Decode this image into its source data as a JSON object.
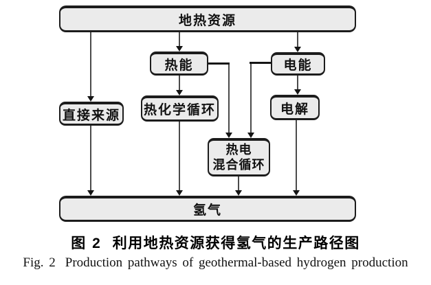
{
  "figure": {
    "type": "flowchart",
    "nodes": {
      "geothermal": {
        "label": "地热资源"
      },
      "thermal": {
        "label": "热能"
      },
      "electric": {
        "label": "电能"
      },
      "direct": {
        "label": "直接来源"
      },
      "thermochemical": {
        "label": "热化学循环"
      },
      "electrolysis": {
        "label": "电解"
      },
      "hybrid": {
        "line1": "热电",
        "line2": "混合循环"
      },
      "hydrogen": {
        "label": "氢气"
      }
    },
    "edges": [
      {
        "from": "geothermal",
        "to": "direct"
      },
      {
        "from": "geothermal",
        "to": "thermal"
      },
      {
        "from": "geothermal",
        "to": "electric"
      },
      {
        "from": "thermal",
        "to": "thermochemical"
      },
      {
        "from": "thermal",
        "to": "hybrid"
      },
      {
        "from": "electric",
        "to": "hybrid"
      },
      {
        "from": "electric",
        "to": "electrolysis"
      },
      {
        "from": "direct",
        "to": "hydrogen"
      },
      {
        "from": "thermochemical",
        "to": "hydrogen"
      },
      {
        "from": "hybrid",
        "to": "hydrogen"
      },
      {
        "from": "electrolysis",
        "to": "hydrogen"
      }
    ],
    "caption": {
      "cn_prefix": "图 2",
      "cn_title": "利用地热资源获得氢气的生产路径图",
      "en_prefix": "Fig. 2",
      "en_title": "Production pathways of geothermal-based hydrogen production"
    },
    "colors": {
      "node_fill": "#ebebeb",
      "node_border": "#1c1c1c",
      "line": "#4a4a4a",
      "elbow": "#151515",
      "text": "#111111"
    }
  }
}
